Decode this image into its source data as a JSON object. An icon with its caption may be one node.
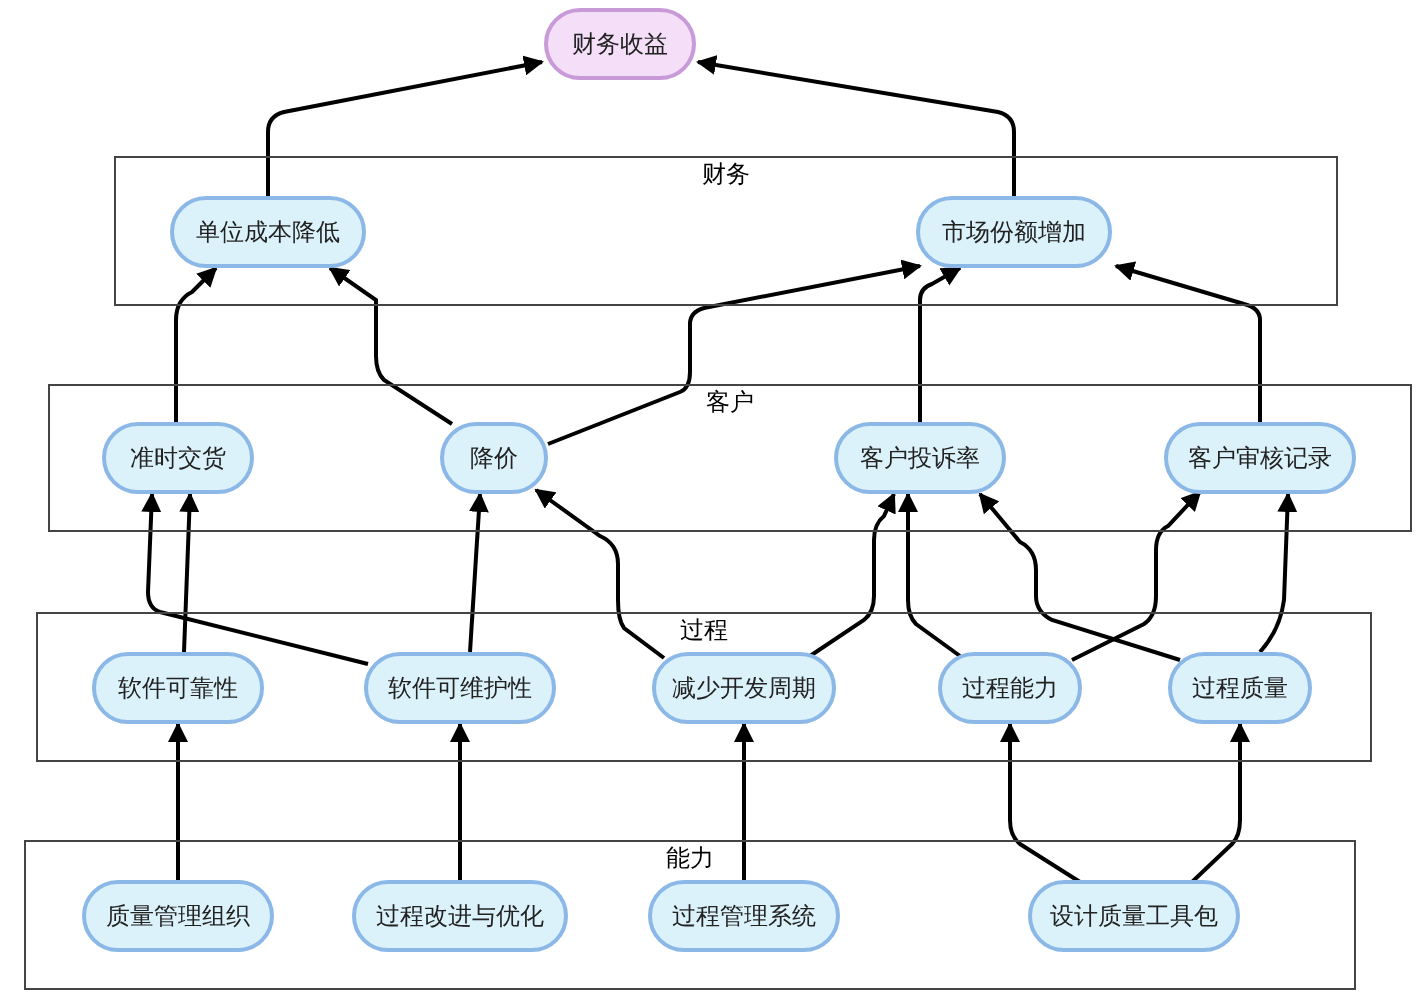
{
  "diagram": {
    "nodes": [
      {
        "text": [
          "财务收益"
        ]
      },
      {
        "text": [
          "财务"
        ]
      },
      {
        "text": [
          "单位成本降低"
        ],
        "in": 1
      },
      {
        "text": [
          "市场份额增加"
        ],
        "in": 1
      },
      {
        "text": [
          "客户"
        ]
      },
      {
        "text": [
          "准时交货"
        ],
        "in": 4
      },
      {
        "text": [
          "降价"
        ],
        "in": 4
      },
      {
        "text": [
          "客户投诉率"
        ],
        "in": 4
      },
      {
        "text": [
          "客户审核记录"
        ],
        "in": 4
      },
      {
        "text": [
          "过程"
        ]
      },
      {
        "text": [
          "软件可靠性"
        ],
        "in": 9
      },
      {
        "text": [
          "软件可维护性"
        ],
        "in": 9
      },
      {
        "text": [
          "减少开发周期"
        ],
        "in": 9
      },
      {
        "text": [
          "过程能力"
        ],
        "in": 9
      },
      {
        "text": [
          "过程质量"
        ],
        "in": 9
      },
      {
        "text": [
          "能力"
        ]
      },
      {
        "text": [
          "质量管理组织"
        ],
        "in": 15
      },
      {
        "text": [
          "过程改进与优化"
        ],
        "in": 15
      },
      {
        "text": [
          "过程管理系统"
        ],
        "in": 15
      },
      {
        "text": [
          "设计质量工具包"
        ],
        "in": 15
      }
    ],
    "edges": [
      {
        "from": 2,
        "to": 0,
        "arrow": "to"
      },
      {
        "from": 3,
        "to": 0,
        "arrow": "to"
      },
      {
        "from": 5,
        "to": 2,
        "arrow": "to"
      },
      {
        "from": 6,
        "to": 2,
        "arrow": "to"
      },
      {
        "from": 6,
        "to": 3,
        "arrow": "to"
      },
      {
        "from": 7,
        "to": 3,
        "arrow": "to"
      },
      {
        "from": 8,
        "to": 3,
        "arrow": "to"
      },
      {
        "from": 10,
        "to": 5,
        "arrow": "to"
      },
      {
        "from": 11,
        "to": 5,
        "arrow": "to"
      },
      {
        "from": 11,
        "to": 6,
        "arrow": "to"
      },
      {
        "from": 12,
        "to": 6,
        "arrow": "to"
      },
      {
        "from": 12,
        "to": 7,
        "arrow": "to"
      },
      {
        "from": 13,
        "to": 7,
        "arrow": "to"
      },
      {
        "from": 14,
        "to": 7,
        "arrow": "to"
      },
      {
        "from": 13,
        "to": 8,
        "arrow": "to"
      },
      {
        "from": 14,
        "to": 8,
        "arrow": "to"
      },
      {
        "from": 16,
        "to": 10,
        "arrow": "to"
      },
      {
        "from": 17,
        "to": 11,
        "arrow": "to"
      },
      {
        "from": 18,
        "to": 12,
        "arrow": "to"
      },
      {
        "from": 19,
        "to": 13,
        "arrow": "to"
      },
      {
        "from": 19,
        "to": 14,
        "arrow": "to"
      }
    ]
  }
}
